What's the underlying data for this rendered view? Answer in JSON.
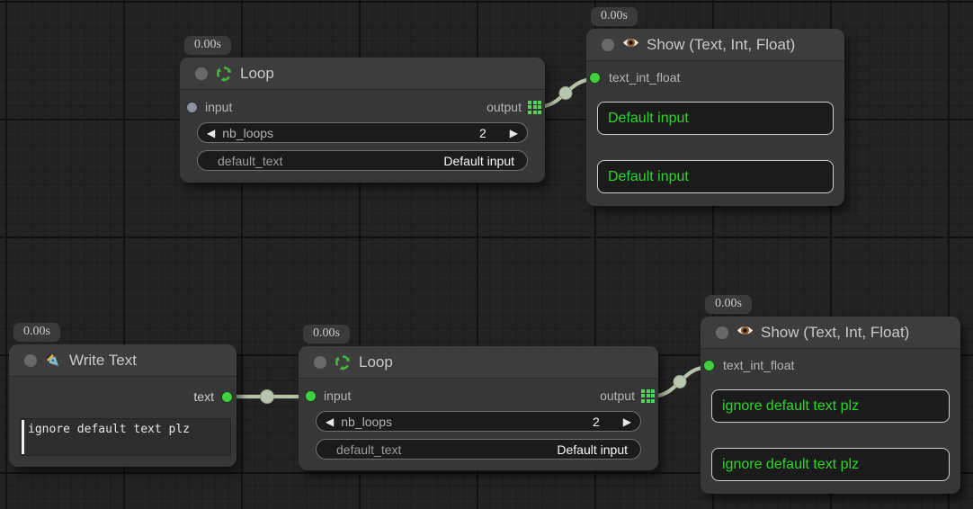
{
  "app": {
    "kind": "node-graph-editor"
  },
  "palette": {
    "background": "#232323",
    "grid_minor_line": "#1c1c1c",
    "grid_major_line": "#121212",
    "node_header": "#3d3d3d",
    "node_body": "#373737",
    "widget_bg": "#1b1b1b",
    "widget_border": "#6f6f6f",
    "show_box_border": "#cdcdcd",
    "show_box_text_green": "#2fd42f",
    "wire": "#b6c4ab",
    "socket_connected_green": "#3fcf3f",
    "socket_unconnected_gray": "#8f90a0",
    "badge_bg": "#3a3a3a",
    "title_text": "#c9c9c9"
  },
  "icons": {
    "loop": "recycle-icon",
    "show": "eye-icon",
    "write_text": "pen-icon",
    "loop_output": "grid-socket-icon"
  },
  "nodes": {
    "loop_top": {
      "badge": "0.00s",
      "title": "Loop",
      "input_label": "input",
      "output_label": "output",
      "widgets": {
        "nb_loops": {
          "label": "nb_loops",
          "value": "2",
          "prev": "◀",
          "next": "▶"
        },
        "default_text": {
          "label": "default_text",
          "value": "Default input"
        }
      }
    },
    "show_top": {
      "badge": "0.00s",
      "title": "Show (Text, Int, Float)",
      "input_label": "text_int_float",
      "outputs": [
        "Default input",
        "Default input"
      ]
    },
    "write_text": {
      "badge": "0.00s",
      "title": "Write Text",
      "output_label": "text",
      "text_value": "ignore default text plz"
    },
    "loop_bottom": {
      "badge": "0.00s",
      "title": "Loop",
      "input_label": "input",
      "output_label": "output",
      "widgets": {
        "nb_loops": {
          "label": "nb_loops",
          "value": "2",
          "prev": "◀",
          "next": "▶"
        },
        "default_text": {
          "label": "default_text",
          "value": "Default input"
        }
      }
    },
    "show_bottom": {
      "badge": "0.00s",
      "title": "Show (Text, Int, Float)",
      "input_label": "text_int_float",
      "outputs": [
        "ignore default text plz",
        "ignore default text plz"
      ]
    }
  },
  "links": [
    {
      "from": "loop_top.output",
      "to": "show_top.text_int_float"
    },
    {
      "from": "write_text.text",
      "to": "loop_bottom.input"
    },
    {
      "from": "loop_bottom.output",
      "to": "show_bottom.text_int_float"
    }
  ]
}
